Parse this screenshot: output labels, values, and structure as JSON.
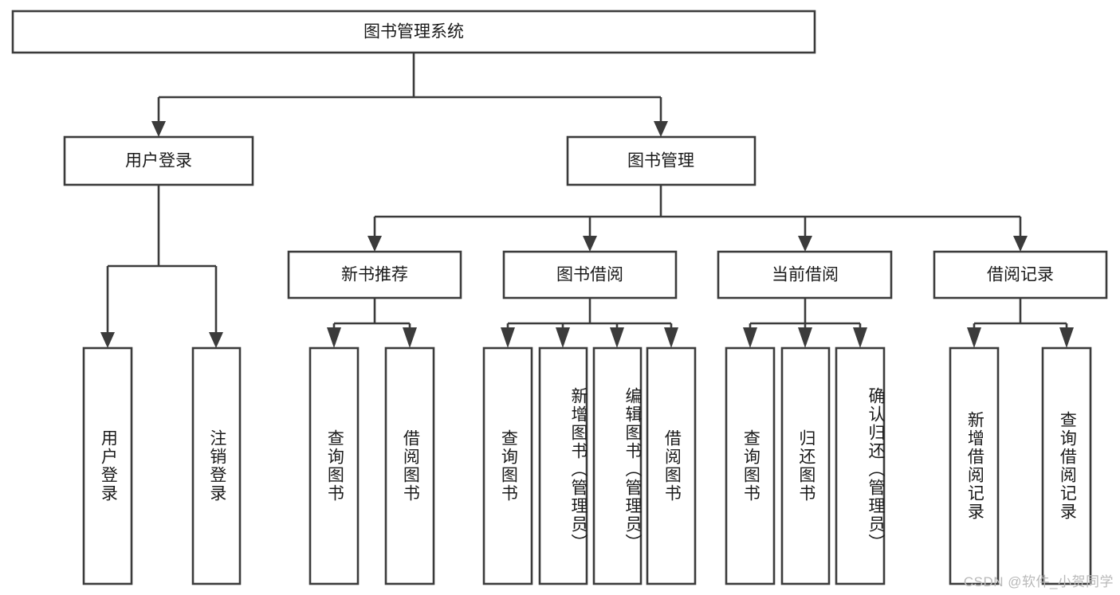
{
  "diagram": {
    "title": "图书管理系统",
    "type": "tree-hierarchy",
    "watermark": "CSDN @软件_小贺同学",
    "colors": {
      "box_stroke": "#3b3b3b",
      "box_fill": "#ffffff",
      "text": "#1a1a1a",
      "background": "#ffffff",
      "watermark": "#b9b9b9"
    },
    "root": {
      "label": "图书管理系统"
    },
    "level2": [
      {
        "label": "用户登录"
      },
      {
        "label": "图书管理"
      }
    ],
    "level3": [
      {
        "label": "新书推荐"
      },
      {
        "label": "图书借阅"
      },
      {
        "label": "当前借阅"
      },
      {
        "label": "借阅记录"
      }
    ],
    "leaves": {
      "user_login": [
        {
          "label": "用户登录"
        },
        {
          "label": "注销登录"
        }
      ],
      "new_book_recommend": [
        {
          "label": "查询图书"
        },
        {
          "label": "借阅图书"
        }
      ],
      "book_borrow": [
        {
          "label": "查询图书"
        },
        {
          "label": "新增图书（管理员）"
        },
        {
          "label": "编辑图书（管理员）"
        },
        {
          "label": "借阅图书"
        }
      ],
      "current_borrow": [
        {
          "label": "查询图书"
        },
        {
          "label": "归还图书"
        },
        {
          "label": "确认归还（管理员）"
        }
      ],
      "borrow_record": [
        {
          "label": "新增借阅记录"
        },
        {
          "label": "查询借阅记录"
        }
      ]
    }
  }
}
